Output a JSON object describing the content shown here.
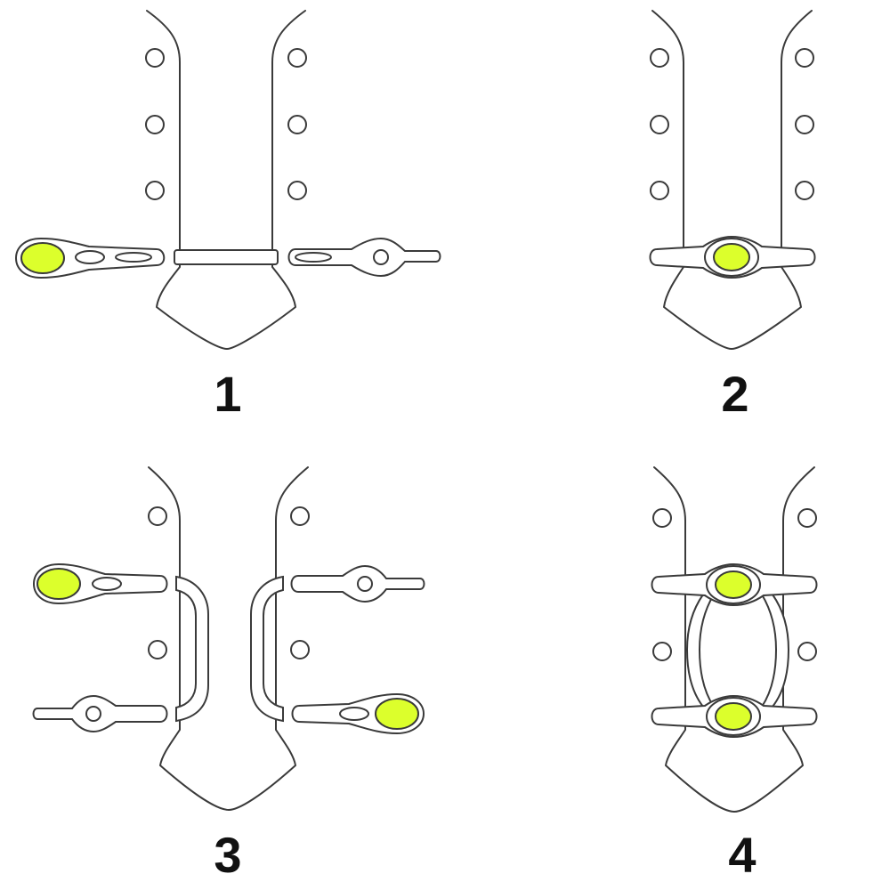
{
  "steps": [
    {
      "number": "1"
    },
    {
      "number": "2"
    },
    {
      "number": "3"
    },
    {
      "number": "4"
    }
  ],
  "colors": {
    "accent": "#dcff2c",
    "outline": "#3a3a3a",
    "background": "#ffffff"
  }
}
